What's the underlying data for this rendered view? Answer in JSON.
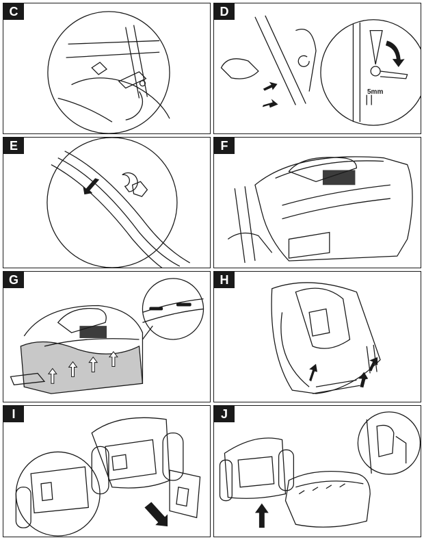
{
  "panels": [
    {
      "letter": "C"
    },
    {
      "letter": "D",
      "dimension": "5mm"
    },
    {
      "letter": "E"
    },
    {
      "letter": "F"
    },
    {
      "letter": "G"
    },
    {
      "letter": "H"
    },
    {
      "letter": "I"
    },
    {
      "letter": "J"
    }
  ],
  "colors": {
    "ink": "#1a1a1a",
    "fill_gray": "#c8c8c8",
    "background": "#ffffff"
  }
}
